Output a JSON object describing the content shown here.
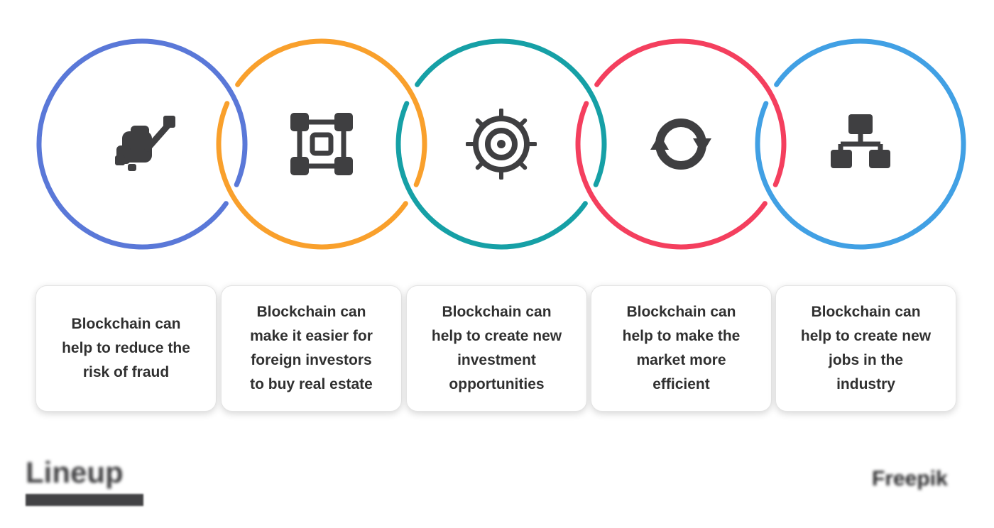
{
  "benefits": [
    {
      "icon": "fraud-risk-icon",
      "ring_color": "#5A78D8",
      "text": "Blockchain can\nhelp to reduce the\nrisk of fraud"
    },
    {
      "icon": "blockchain-cubes-icon",
      "ring_color": "#F9A02C",
      "text": "Blockchain can\nmake it easier for\nforeign investors\nto buy real estate"
    },
    {
      "icon": "target-icon",
      "ring_color": "#16A0A6",
      "text": "Blockchain can\nhelp to create new\ninvestment\nopportunities"
    },
    {
      "icon": "cycle-arrows-icon",
      "ring_color": "#F43F5E",
      "text": "Blockchain can\nhelp to make the\nmarket more\nefficient"
    },
    {
      "icon": "org-chart-icon",
      "ring_color": "#41A0E4",
      "text": "Blockchain can\nhelp to create new\njobs in the\nindustry"
    }
  ],
  "brand": {
    "wordmark": "Lineup",
    "watermark": "Freepik"
  },
  "icon_color": "#3F3F41"
}
